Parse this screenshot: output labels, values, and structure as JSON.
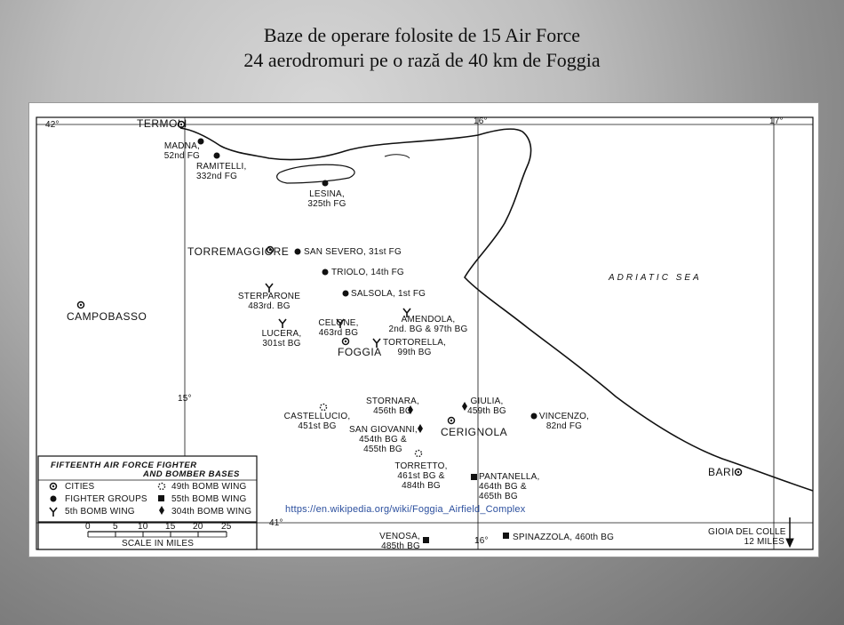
{
  "slide": {
    "title_line1": "Baze de operare folosite de 15 Air Force",
    "title_line2": "24 aerodromuri pe o rază de 40 km de Foggia"
  },
  "map": {
    "coords": {
      "lat42": "42°",
      "lat41": "41°",
      "lon15": "15°",
      "lon16_top": "16°",
      "lon16_bottom": "16°",
      "lon17": "17°"
    },
    "sea_label": "ADRIATIC SEA",
    "cities": {
      "termoli": "TERMOLI",
      "torremaggiore": "TORREMAGGIORE",
      "campobasso": "CAMPOBASSO",
      "foggia": "FOGGIA",
      "cerignola": "CERIGNOLA",
      "bari": "BARI"
    },
    "bases": {
      "madna": "MADNA,\n52nd FG",
      "ramitelli": "RAMITELLI,\n332nd FG",
      "lesina": "LESINA,\n325th FG",
      "san_severo": "SAN SEVERO, 31st FG",
      "triolo": "TRIOLO, 14th FG",
      "sterparone": "STERPARONE\n483rd. BG",
      "salsola": "SALSOLA, 1st FG",
      "lucera": "LUCERA,\n301st BG",
      "celone": "CELONE,\n463rd BG",
      "amendola": "AMENDOLA,\n2nd. BG & 97th BG",
      "tortorella": "TORTORELLA,\n99th BG",
      "castellucio": "CASTELLUCIO,\n451st BG",
      "stornara": "STORNARA,\n456th BG",
      "giulia": "GIULIA,\n459th BG",
      "vincenzo": "VINCENZO,\n82nd FG",
      "san_giovanni": "SAN GIOVANNI,\n454th BG &\n455th BG",
      "torretto": "TORRETTO,\n461st BG &\n484th BG",
      "pantanella": "PANTANELLA,\n464th BG &\n465th BG",
      "venosa": "VENOSA,\n485th BG",
      "spinazzola": "SPINAZZOLA, 460th BG",
      "gioia": "GIOIA DEL COLLE\n12 MILES"
    },
    "legend": {
      "title_line1": "FIFTEENTH AIR FORCE FIGHTER",
      "title_line2": "AND BOMBER BASES",
      "cities": "CITIES",
      "fighter_groups": "FIGHTER GROUPS",
      "bomb_wing_5": "5th BOMB WING",
      "bomb_wing_49": "49th BOMB WING",
      "bomb_wing_55": "55th BOMB WING",
      "bomb_wing_304": "304th BOMB WING"
    },
    "scale": {
      "ticks": [
        "0",
        "5",
        "10",
        "15",
        "20",
        "25"
      ],
      "label": "SCALE IN MILES"
    },
    "source_url": "https://en.wikipedia.org/wiki/Foggia_Airfield_Complex"
  }
}
